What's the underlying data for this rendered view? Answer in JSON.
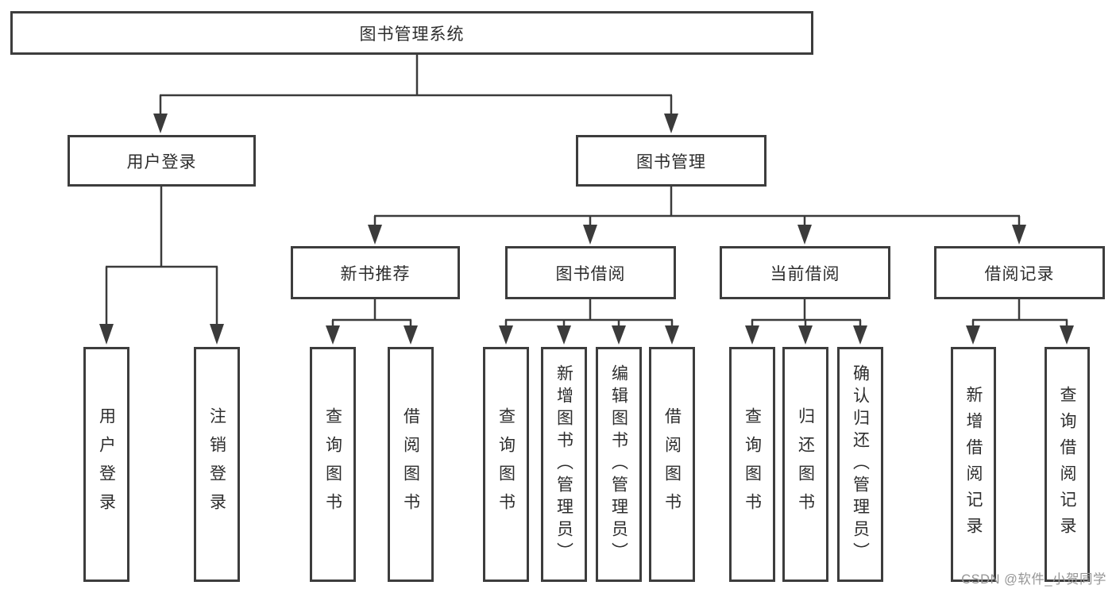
{
  "diagram": {
    "root": {
      "label": "图书管理系统"
    },
    "level2": [
      {
        "label": "用户登录"
      },
      {
        "label": "图书管理"
      }
    ],
    "level3": [
      {
        "label": "新书推荐"
      },
      {
        "label": "图书借阅"
      },
      {
        "label": "当前借阅"
      },
      {
        "label": "借阅记录"
      }
    ],
    "leaf_groups": [
      {
        "items": [
          "用户登录",
          "注销登录"
        ]
      },
      {
        "items": [
          "查询图书",
          "借阅图书"
        ]
      },
      {
        "items": [
          "查询图书",
          "新增图书（管理员）",
          "编辑图书（管理员）",
          "借阅图书"
        ]
      },
      {
        "items": [
          "查询图书",
          "归还图书",
          "确认归还（管理员）"
        ]
      },
      {
        "items": [
          "新增借阅记录",
          "查询借阅记录"
        ]
      }
    ]
  },
  "watermark": {
    "text": "CSDN @软件_小贺同学"
  },
  "colors": {
    "line": "#3b3b3b",
    "box_border": "#3d3d3d",
    "text": "#2d2d2d",
    "watermark": "#969696",
    "background": "#ffffff"
  }
}
